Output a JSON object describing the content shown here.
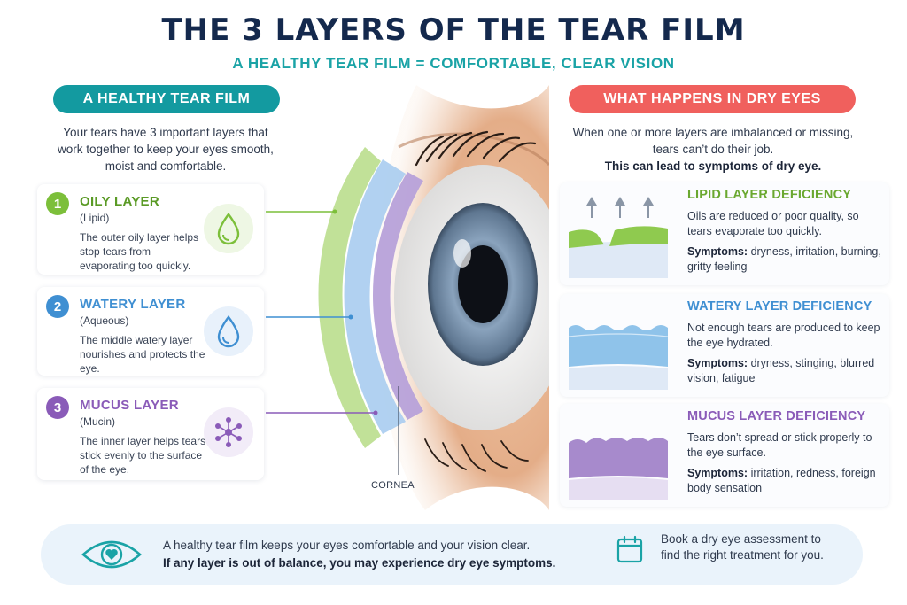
{
  "header": {
    "title": "THE 3 LAYERS OF THE TEAR FILM",
    "subtitle": "A HEALTHY TEAR FILM = COMFORTABLE, CLEAR VISION"
  },
  "left": {
    "pill": "A HEALTHY TEAR FILM",
    "intro": "Your tears have 3 important layers that work together to keep your eyes smooth, moist and comfortable.",
    "layers": [
      {
        "number": "1",
        "name": "OILY LAYER",
        "sub": "(Lipid)",
        "desc": "The outer oily layer helps stop tears from evaporating too quickly.",
        "icon": "oil-drop-icon",
        "color": "#7cbf3a"
      },
      {
        "number": "2",
        "name": "WATERY LAYER",
        "sub": "(Aqueous)",
        "desc": "The middle watery layer nourishes and protects the eye.",
        "icon": "water-drop-icon",
        "color": "#3f8fd2"
      },
      {
        "number": "3",
        "name": "MUCUS LAYER",
        "sub": "(Mucin)",
        "desc": "The inner layer helps tears stick evenly to the surface of the eye.",
        "icon": "molecule-icon",
        "color": "#8a5bb8"
      }
    ]
  },
  "center": {
    "cornea_label": "CORNEA"
  },
  "right": {
    "pill": "WHAT HAPPENS IN DRY EYES",
    "intro": "When one or more layers are imbalanced or missing, tears can’t do their job.",
    "intro_strong": "This can lead to symptoms of dry eye.",
    "symptoms_label": "Symptoms:",
    "deficiencies": [
      {
        "title": "LIPID LAYER DEFICIENCY",
        "desc": "Oils are reduced or poor quality, so tears evaporate too quickly.",
        "symptoms": "dryness, irritation, burning, gritty feeling",
        "color": "#6aa830"
      },
      {
        "title": "WATERY LAYER DEFICIENCY",
        "desc": "Not enough tears are produced to keep the eye hydrated.",
        "symptoms": "dryness, stinging, blurred vision, fatigue",
        "color": "#3f8fd2"
      },
      {
        "title": "MUCUS LAYER DEFICIENCY",
        "desc": "Tears don’t spread or stick properly to the eye surface.",
        "symptoms": "irritation, redness, foreign body sensation",
        "color": "#8a5bb8"
      }
    ]
  },
  "footer": {
    "line1": "A healthy tear film keeps your eyes comfortable and your vision clear.",
    "line2": "If any layer is out of balance, you may experience dry eye symptoms.",
    "cta": "Book a dry eye assessment to find the right treatment for you.",
    "eye_icon": "eye-heart-icon",
    "calendar_icon": "calendar-icon"
  }
}
